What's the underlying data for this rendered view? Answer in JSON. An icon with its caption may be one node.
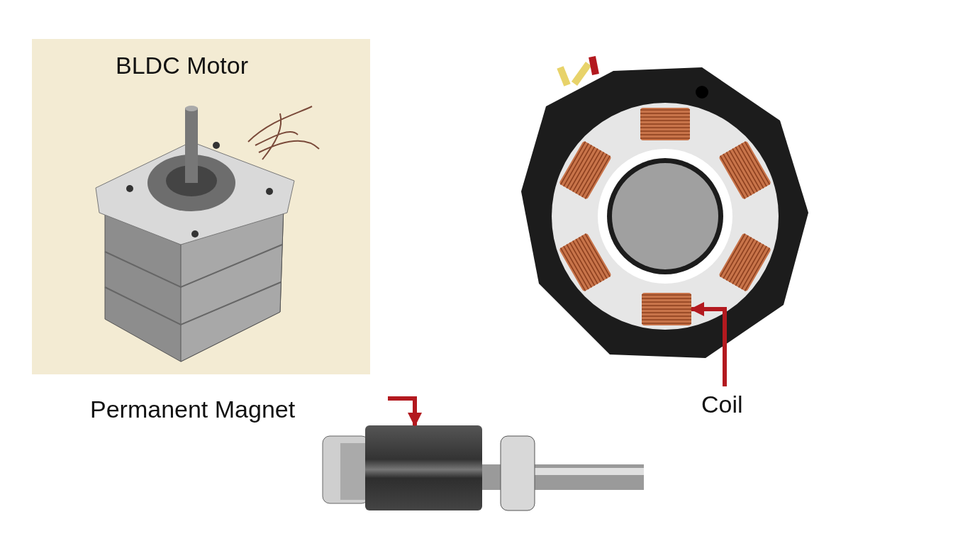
{
  "diagram": {
    "nodes": [
      {
        "text": [
          "BLDC Motor"
        ]
      },
      {
        "text": [],
        "shape": "picture"
      },
      {
        "text": [
          "Coil"
        ]
      },
      {
        "text": [],
        "shape": "picture"
      }
    ],
    "edges": [
      {
        "from": 2,
        "to": 1,
        "arrow": "to"
      },
      {
        "from": null,
        "to": 3,
        "arrow": "to"
      }
    ],
    "labels": [
      "Permanent Magnet"
    ]
  }
}
